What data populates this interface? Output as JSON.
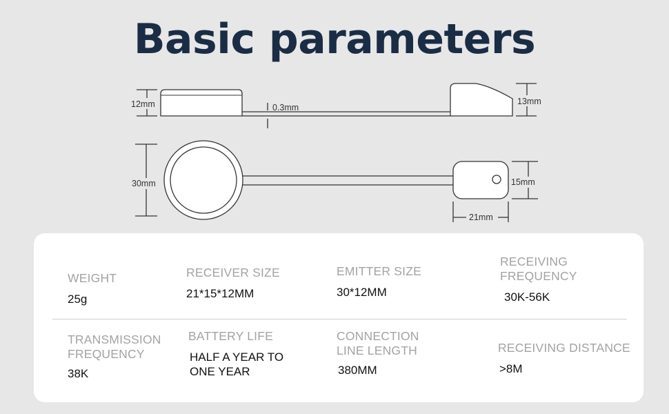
{
  "title": "Basic parameters",
  "dimensions": {
    "receiver_height": "12mm",
    "cable_thickness": "0.3mm",
    "emitter_height": "13mm",
    "receiver_diameter": "30mm",
    "emitter_width": "15mm",
    "emitter_length": "21mm"
  },
  "specs": [
    {
      "label": "WEIGHT",
      "value": "25g"
    },
    {
      "label": "RECEIVER SIZE",
      "value": "21*15*12MM"
    },
    {
      "label": "EMITTER SIZE",
      "value": "30*12MM"
    },
    {
      "label": "RECEIVING FREQUENCY",
      "value": "30K-56K"
    },
    {
      "label": "TRANSMISSION FREQUENCY",
      "value": "38K"
    },
    {
      "label": "BATTERY LIFE",
      "value": "HALF A YEAR TO ONE YEAR"
    },
    {
      "label": "CONNECTION LINE LENGTH",
      "value": "380MM"
    },
    {
      "label": "RECEIVING DISTANCE",
      "value": ">8M"
    }
  ]
}
